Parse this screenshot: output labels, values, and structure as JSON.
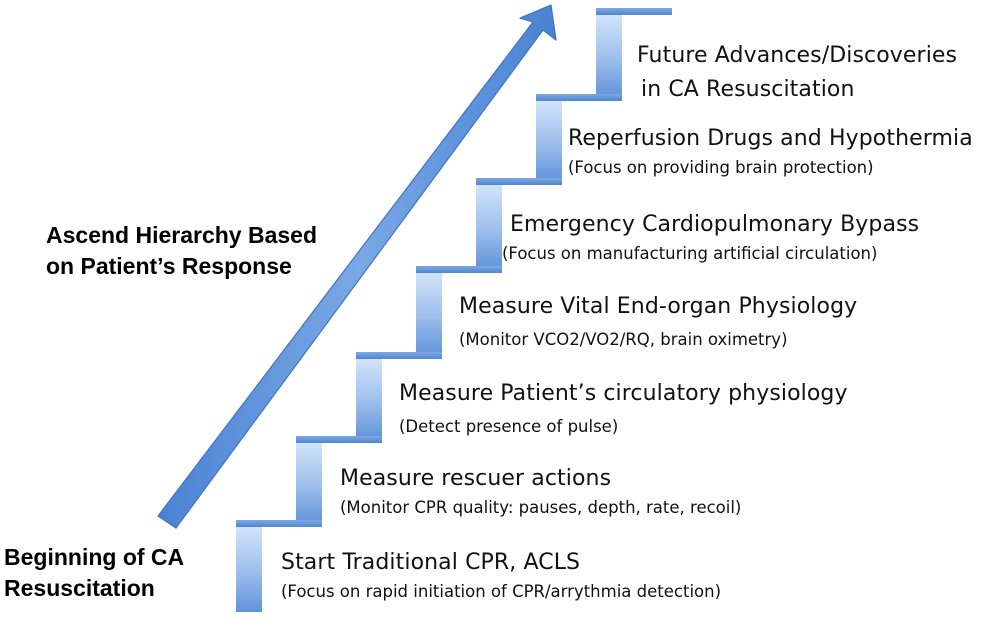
{
  "colors": {
    "step_light": "#d8e8fb",
    "step_mid": "#8fb6e8",
    "step_dark": "#4f86d3",
    "arrow": "#5b8fd9",
    "arrow_edge": "#3f74c4"
  },
  "left_labels": {
    "top": [
      "Ascend Hierarchy Based",
      "on Patient’s Response"
    ],
    "bottom": [
      "Beginning of CA",
      "Resuscitation"
    ]
  },
  "steps": [
    {
      "title": "Start Traditional CPR, ACLS",
      "subtitle": "(Focus on rapid initiation of CPR/arrythmia detection)"
    },
    {
      "title": "Measure rescuer actions",
      "subtitle": "(Monitor CPR quality: pauses, depth, rate, recoil)"
    },
    {
      "title": "Measure Patient’s circulatory physiology",
      "subtitle": "(Detect presence of pulse)"
    },
    {
      "title": "Measure Vital End-organ Physiology",
      "subtitle": "(Monitor VCO2/VO2/RQ, brain oximetry)"
    },
    {
      "title": "Emergency Cardiopulmonary Bypass",
      "subtitle": "(Focus on manufacturing artificial circulation)"
    },
    {
      "title": "Reperfusion Drugs and Hypothermia",
      "subtitle": "(Focus on providing brain protection)"
    },
    {
      "title": "Future Advances/Discoveries",
      "subtitle": "in CA Resuscitation"
    }
  ]
}
